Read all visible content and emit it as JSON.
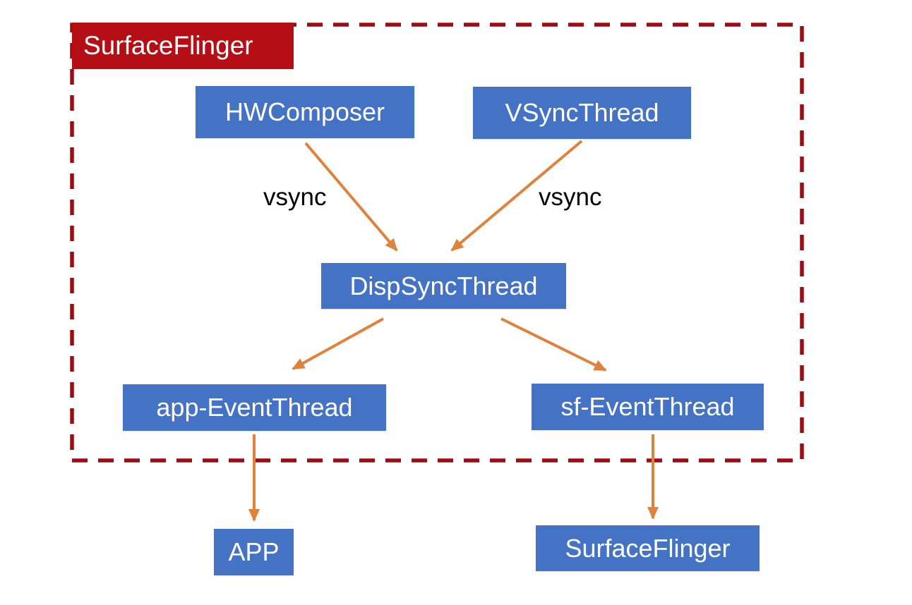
{
  "diagram": {
    "container": {
      "label": "SurfaceFlinger"
    },
    "nodes": [
      {
        "id": "hwcomposer",
        "label": "HWComposer"
      },
      {
        "id": "vsyncthread",
        "label": "VSyncThread"
      },
      {
        "id": "dispsyncthread",
        "label": "DispSyncThread"
      },
      {
        "id": "app-eventthread",
        "label": "app-EventThread"
      },
      {
        "id": "sf-eventthread",
        "label": "sf-EventThread"
      },
      {
        "id": "app",
        "label": "APP"
      },
      {
        "id": "surfaceflinger-out",
        "label": "SurfaceFlinger"
      }
    ],
    "edges": [
      {
        "from": "HWComposer",
        "to": "DispSyncThread",
        "label": "vsync"
      },
      {
        "from": "VSyncThread",
        "to": "DispSyncThread",
        "label": "vsync"
      },
      {
        "from": "DispSyncThread",
        "to": "app-EventThread",
        "label": ""
      },
      {
        "from": "DispSyncThread",
        "to": "sf-EventThread",
        "label": ""
      },
      {
        "from": "app-EventThread",
        "to": "APP",
        "label": ""
      },
      {
        "from": "sf-EventThread",
        "to": "SurfaceFlinger",
        "label": ""
      }
    ],
    "colors": {
      "node_fill": "#4472C4",
      "node_text": "#FFFFFF",
      "title_fill": "#B50E15",
      "border_red": "#9E0B12",
      "arrow_orange": "#E0813C",
      "label_text": "#000000",
      "background": "#FFFFFF"
    }
  }
}
